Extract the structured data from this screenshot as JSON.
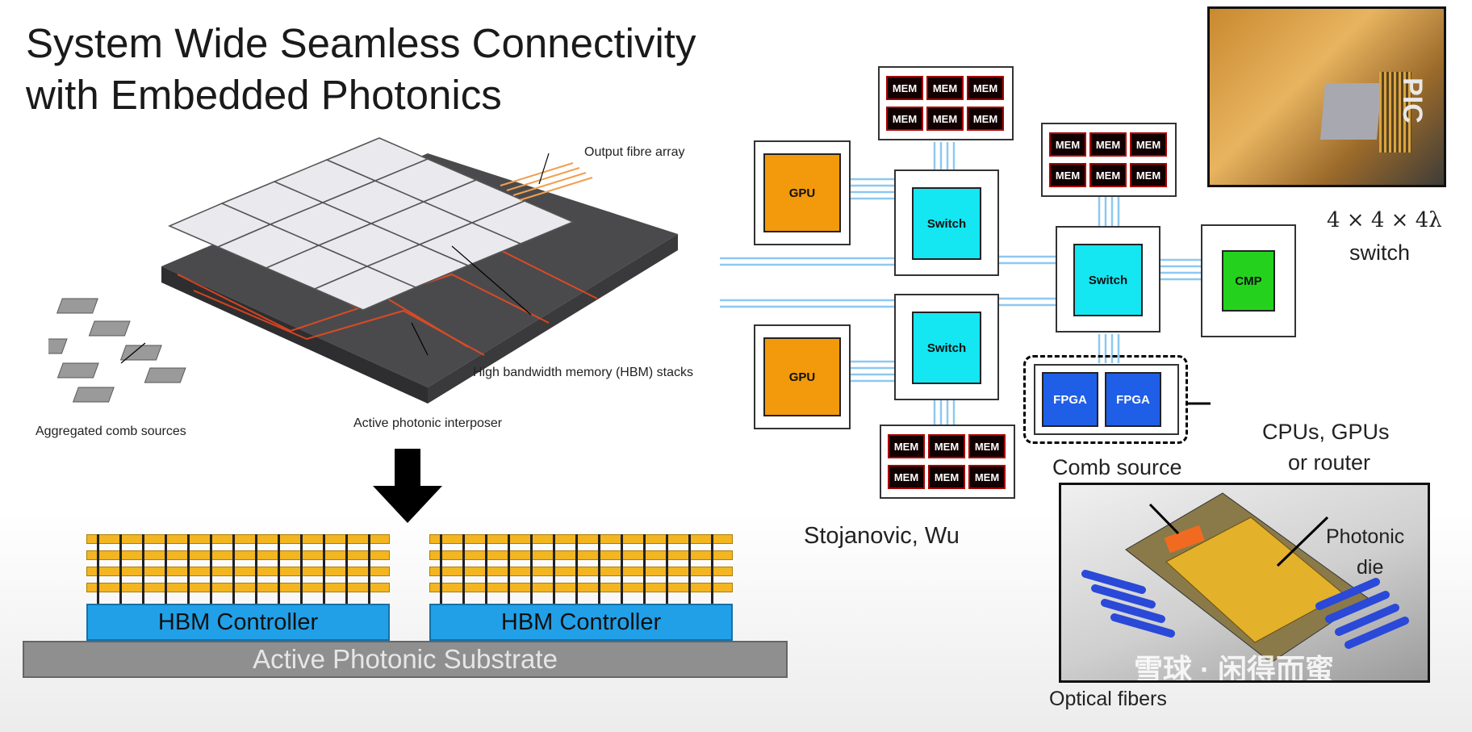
{
  "slide": {
    "title_line1": "System Wide Seamless Connectivity",
    "title_line2": "with Embedded Photonics"
  },
  "hbm_render": {
    "output_label": "Output fibre array",
    "hbm_label": "High bandwidth memory (HBM) stacks",
    "comb_label": "Aggregated comb sources",
    "interposer_label": "Active photonic interposer"
  },
  "stack_diagram": {
    "left_controller": "HBM Controller",
    "right_controller": "HBM Controller",
    "substrate": "Active Photonic Substrate"
  },
  "network": {
    "gpu_label": "GPU",
    "switch_label": "Switch",
    "cmp_label": "CMP",
    "fpga_label": "FPGA",
    "mem_label": "MEM",
    "credit": "Stojanovic, Wu"
  },
  "pic_photo": {
    "chip_text": "PIC",
    "caption_line1": "4 × 4 × 4λ",
    "caption_line2": "switch"
  },
  "comb_photo": {
    "comb_label": "Comb source",
    "cpu_label_line1": "CPUs, GPUs",
    "cpu_label_line2": "or router",
    "photonic_line1": "Photonic",
    "photonic_line2": "die",
    "fibers_label": "Optical fibers",
    "watermark": "雪球 · 闲得而蜜"
  },
  "colors": {
    "gpu": "#f29a0c",
    "switch": "#14e6f2",
    "cmp": "#24d21e",
    "fpga": "#1f5ee6",
    "hbm": "#f3b520",
    "controller": "#21a0e8"
  }
}
